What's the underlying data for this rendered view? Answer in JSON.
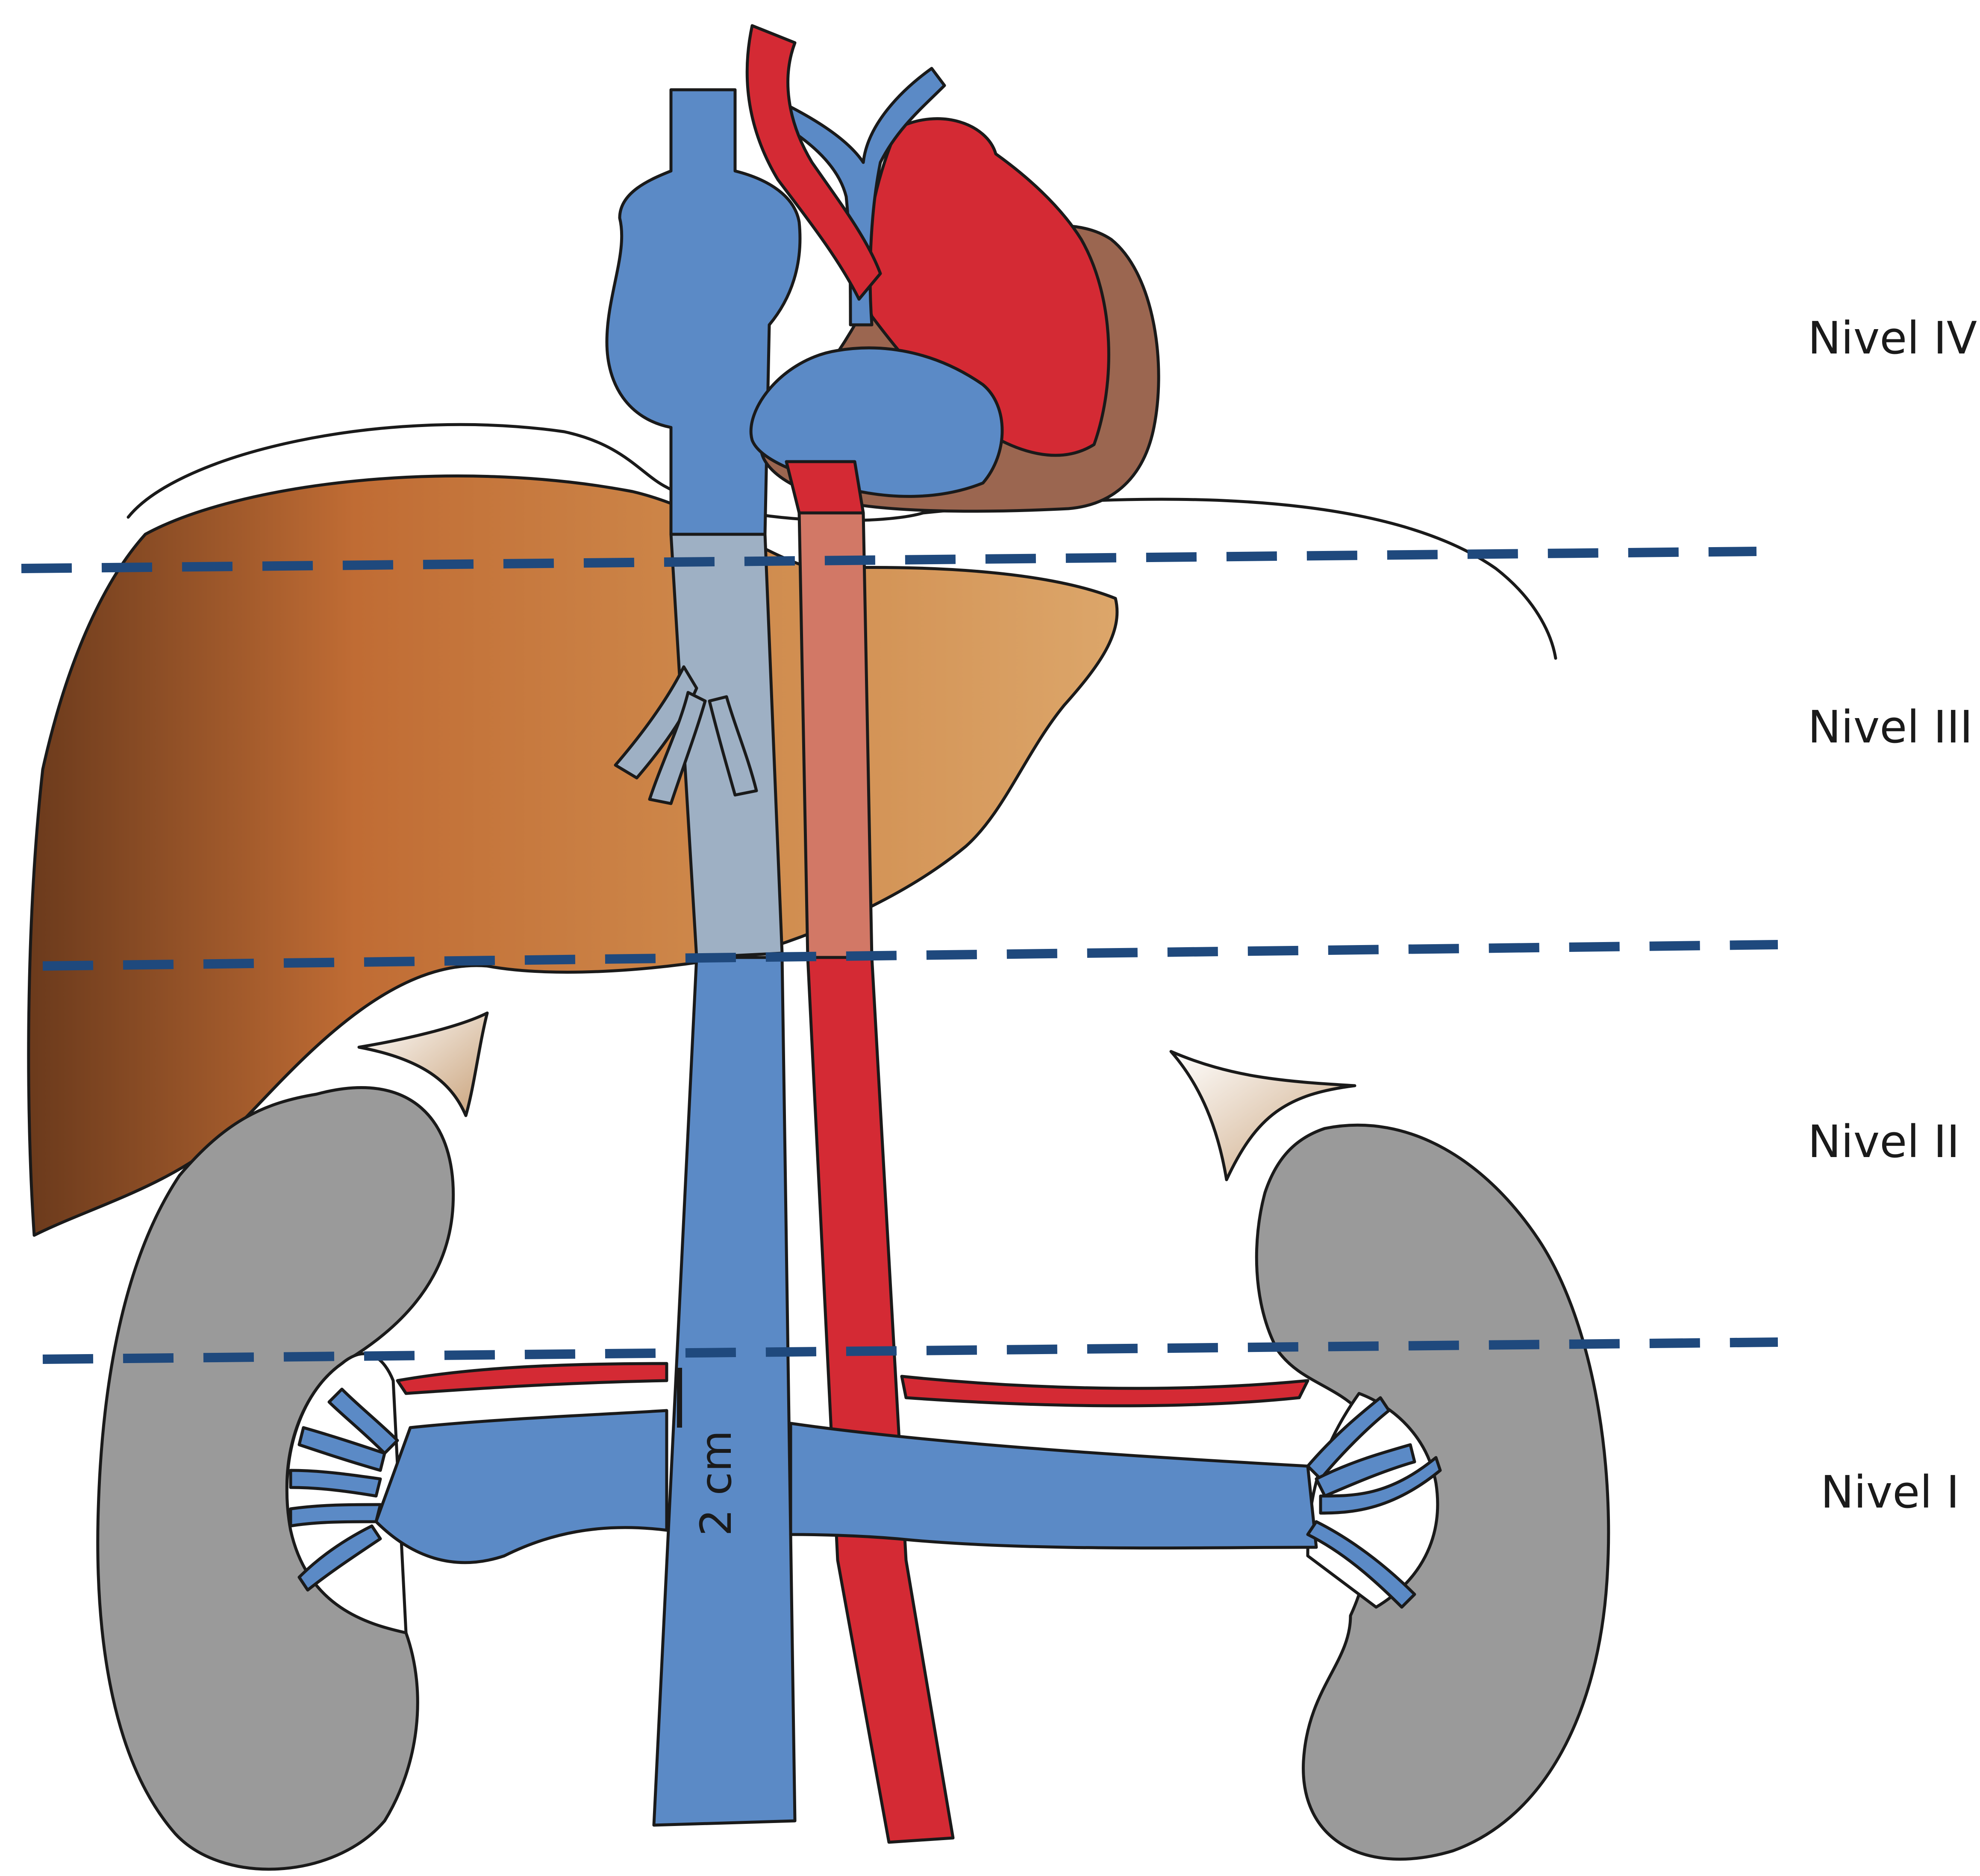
{
  "levels": [
    {
      "id": "iv",
      "label": "Nivel IV"
    },
    {
      "id": "iii",
      "label": "Nivel III"
    },
    {
      "id": "ii",
      "label": "Nivel II"
    },
    {
      "id": "i",
      "label": "Nivel I"
    }
  ],
  "scale_label": "2 cm",
  "colors": {
    "vena_cava": "#5b8ac6",
    "aorta": "#d42a34",
    "heart": "#d42a34",
    "pericardium": "#9b6650",
    "liver_dark": "#6b3a1c",
    "liver_mid": "#c06c34",
    "liver_light": "#dca66a",
    "kidney": "#9a9a9a",
    "adrenal": "#d8b48c",
    "level_line": "#1f497d",
    "vessel_behind_liver": "#9eb0c4",
    "aorta_behind_liver": "#d27866"
  }
}
